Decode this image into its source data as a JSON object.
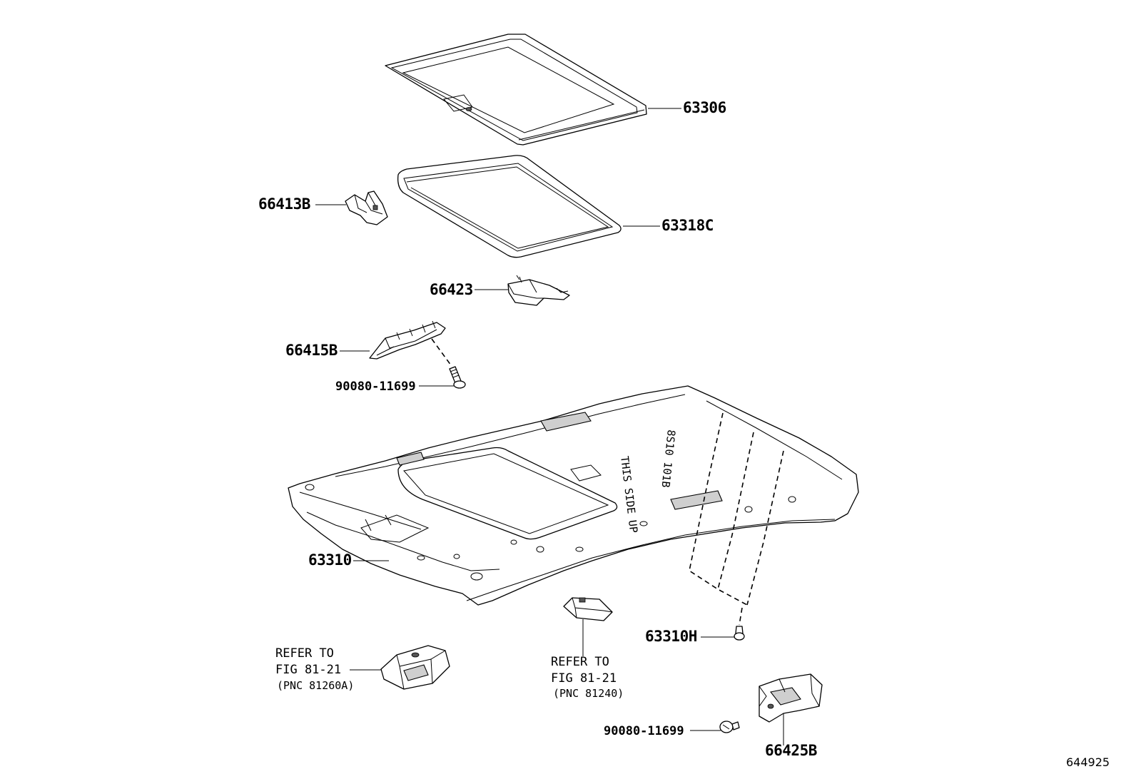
{
  "diagram": {
    "figure_number": "644925",
    "labels": {
      "p63306": "63306",
      "p66413B": "66413B",
      "p63318C": "63318C",
      "p66423": "66423",
      "p66415B": "66415B",
      "p90080_a": "90080-11699",
      "p63310": "63310",
      "p63310H": "63310H",
      "p90080_b": "90080-11699",
      "p66425B": "66425B"
    },
    "refs": [
      {
        "line1": "REFER TO",
        "line2": "FIG 81-21",
        "line3": "(PNC 81260A)"
      },
      {
        "line1": "REFER TO",
        "line2": "FIG 81-21",
        "line3": "(PNC 81240)"
      }
    ],
    "headliner_marks": [
      "THIS SIDE UP",
      "8S10 101B"
    ]
  }
}
